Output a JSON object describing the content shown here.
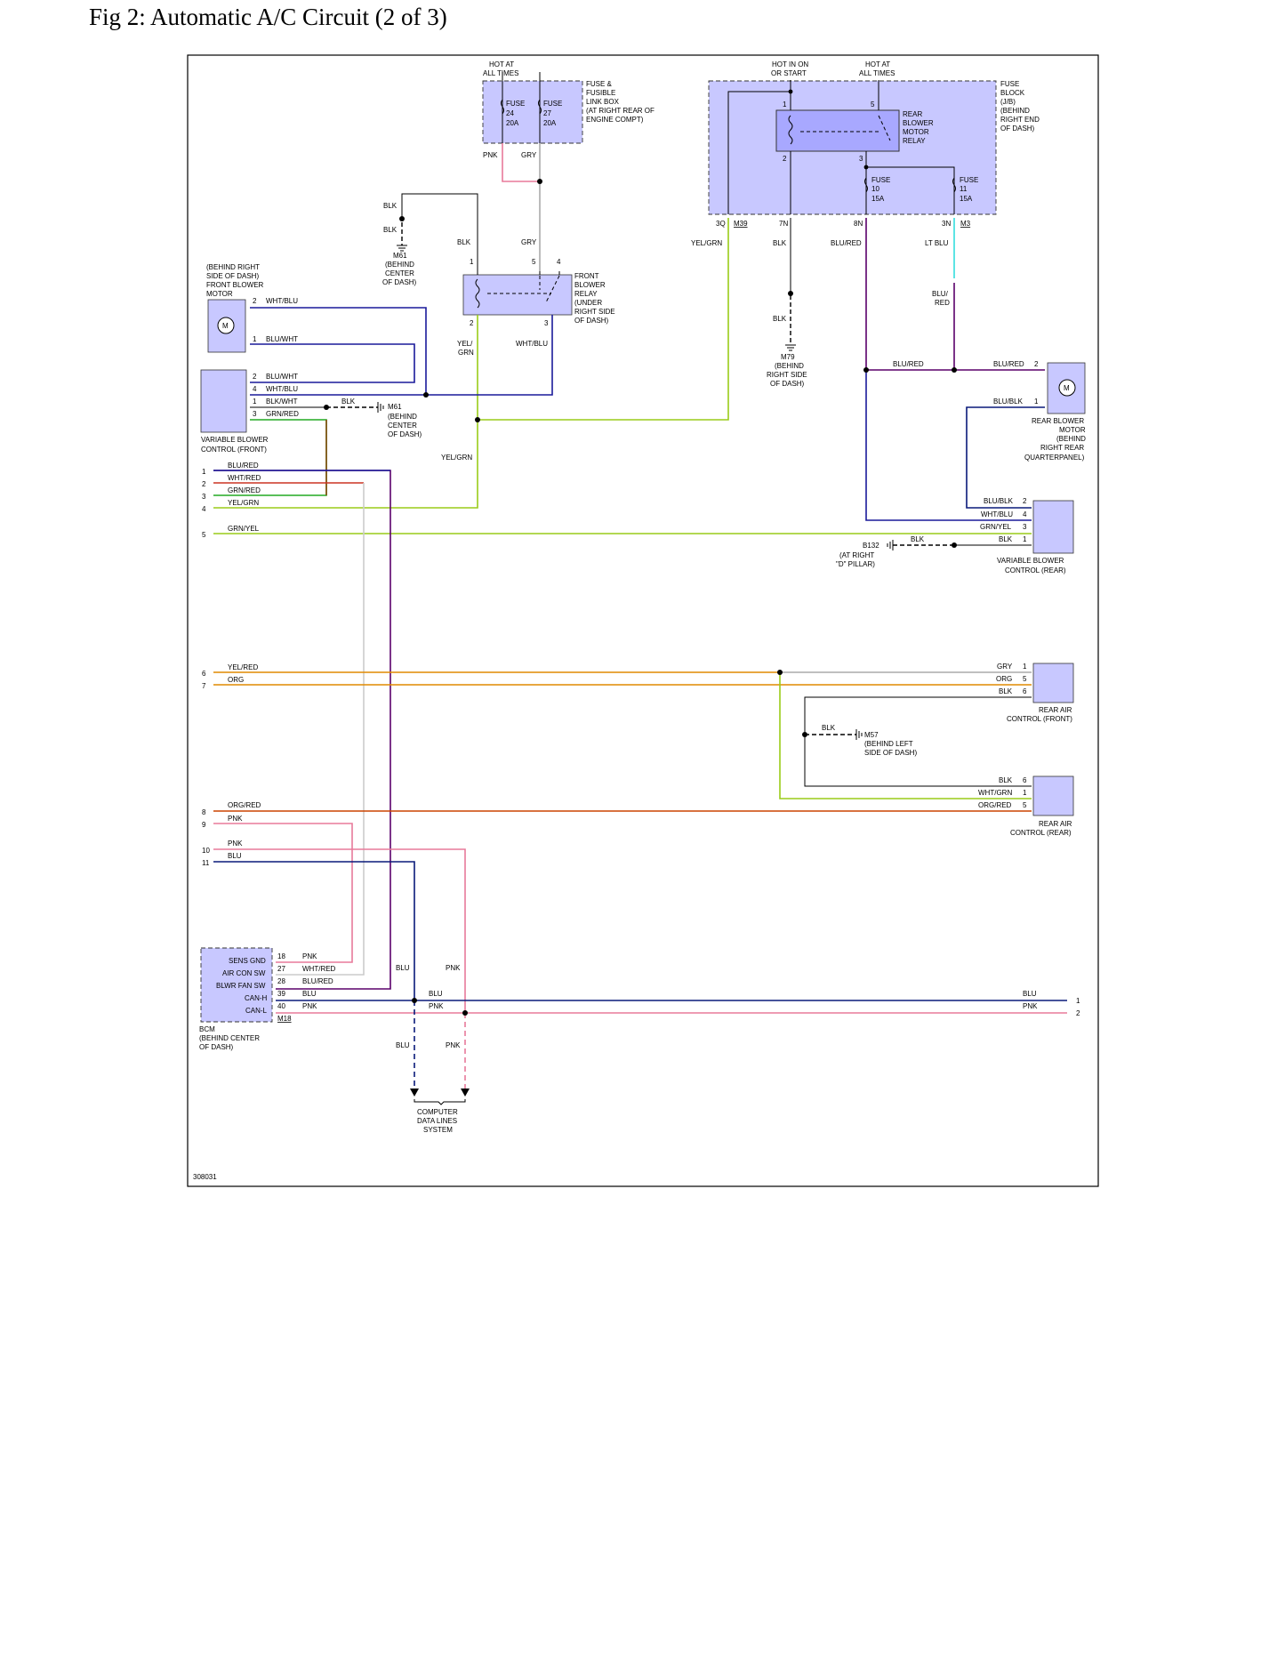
{
  "title": "Fig 2: Automatic A/C Circuit (2 of 3)",
  "figure_id": "308031",
  "power": {
    "hot_at_all_times_a": [
      "HOT AT",
      "ALL TIMES"
    ],
    "hot_in_on_or_start": [
      "HOT IN ON",
      "OR START"
    ],
    "hot_at_all_times_b": [
      "HOT AT",
      "ALL TIMES"
    ]
  },
  "fuse_link_box": {
    "label": [
      "FUSE &",
      "FUSIBLE",
      "LINK BOX",
      "(AT RIGHT REAR OF",
      "ENGINE COMPT)"
    ],
    "fuse24": [
      "FUSE",
      "24",
      "20A"
    ],
    "fuse27": [
      "FUSE",
      "27",
      "20A"
    ]
  },
  "fuse_block": {
    "label": [
      "FUSE",
      "BLOCK",
      "(J/B)",
      "(BEHIND",
      "RIGHT END",
      "OF DASH)"
    ],
    "relay_label": [
      "REAR",
      "BLOWER",
      "MOTOR",
      "RELAY"
    ],
    "fuse10": [
      "FUSE",
      "10",
      "15A"
    ],
    "fuse11": [
      "FUSE",
      "11",
      "15A"
    ],
    "pins": {
      "p1": "1",
      "p5": "5",
      "p2": "2",
      "p3": "3"
    },
    "connectors": {
      "c3q": "3Q",
      "m39": "M39",
      "c7n": "7N",
      "c8n": "8N",
      "c3n": "3N",
      "m3": "M3"
    }
  },
  "front_relay": {
    "label": [
      "FRONT",
      "BLOWER",
      "RELAY",
      "(UNDER",
      "RIGHT SIDE",
      "OF DASH)"
    ],
    "pins": {
      "p1": "1",
      "p5": "5",
      "p4": "4",
      "p2": "2",
      "p3": "3"
    }
  },
  "front_motor": {
    "label": [
      "(BEHIND RIGHT",
      "SIDE OF DASH)",
      "FRONT BLOWER",
      "MOTOR"
    ],
    "symbol": "M",
    "pins": {
      "p2": "2",
      "p1": "1"
    }
  },
  "vbc_front": {
    "label": [
      "VARIABLE BLOWER",
      "CONTROL (FRONT)"
    ],
    "pins": {
      "p2": "2",
      "p4": "4",
      "p1": "1",
      "p3": "3"
    }
  },
  "rear_motor": {
    "label": [
      "REAR BLOWER",
      "MOTOR",
      "(BEHIND",
      "RIGHT REAR",
      "QUARTERPANEL)"
    ],
    "symbol": "M",
    "pins": {
      "p2": "2",
      "p1": "1"
    }
  },
  "vbc_rear": {
    "label": [
      "VARIABLE BLOWER",
      "CONTROL (REAR)"
    ],
    "pins": {
      "p2": "2",
      "p4": "4",
      "p3": "3",
      "p1": "1"
    }
  },
  "rac_front": {
    "label": [
      "REAR AIR",
      "CONTROL (FRONT)"
    ],
    "pins": {
      "p1": "1",
      "p5": "5",
      "p6": "6"
    }
  },
  "rac_rear": {
    "label": [
      "REAR AIR",
      "CONTROL (REAR)"
    ],
    "pins": {
      "p6": "6",
      "p1": "1",
      "p5": "5"
    }
  },
  "grounds": {
    "m61_top": [
      "M61",
      "(BEHIND",
      "CENTER",
      "OF DASH)"
    ],
    "m61_mid": [
      "M61",
      "(BEHIND",
      "CENTER",
      "OF DASH)"
    ],
    "m79": [
      "M79",
      "(BEHIND",
      "RIGHT SIDE",
      "OF DASH)"
    ],
    "b132": [
      "B132",
      "(AT RIGHT",
      "\"D\" PILLAR)"
    ],
    "m57": [
      "M57",
      "(BEHIND LEFT",
      "SIDE OF DASH)"
    ]
  },
  "bcm": {
    "label": [
      "BCM",
      "(BEHIND CENTER",
      "OF DASH)"
    ],
    "terminals": [
      "SENS GND",
      "AIR CON SW",
      "BLWR FAN SW",
      "CAN-H",
      "CAN-L"
    ],
    "pins": [
      "18",
      "27",
      "28",
      "39",
      "40"
    ],
    "connector": "M18"
  },
  "computer": {
    "label": [
      "COMPUTER",
      "DATA LINES",
      "SYSTEM"
    ]
  },
  "left_numbers": [
    "1",
    "2",
    "3",
    "4",
    "5",
    "6",
    "7",
    "8",
    "9",
    "10",
    "11"
  ],
  "right_numbers": [
    "1",
    "2"
  ],
  "wire_labels": {
    "pnk": "PNK",
    "gry": "GRY",
    "blk": "BLK",
    "yel_grn": "YEL/GRN",
    "blu_red": "BLU/RED",
    "lt_blu": "LT BLU",
    "blu_red_split": [
      "BLU/",
      "RED"
    ],
    "yel_grn_split": [
      "YEL/",
      "GRN"
    ],
    "wht_blu": "WHT/BLU",
    "blu_wht": "BLU/WHT",
    "blk_wht": "BLK/WHT",
    "grn_red": "GRN/RED",
    "blu_blk": "BLU/BLK",
    "wht_red": "WHT/RED",
    "grn_yel": "GRN/YEL",
    "yel_red": "YEL/RED",
    "org": "ORG",
    "org_red": "ORG/RED",
    "wht_grn": "WHT/GRN",
    "blu": "BLU"
  },
  "colors": {
    "blue": "#1a1a9a",
    "navy": "#0a1a7a",
    "purple": "#5a006a",
    "yel_grn": "#9acc18",
    "pink": "#e87a9a",
    "gray": "#aaaaaa",
    "green": "#22aa22",
    "brown": "#8a4a10",
    "red": "#cc3322",
    "orange": "#e08a00",
    "cyan": "#33dddd",
    "box_fill": "#c8c8ff"
  }
}
